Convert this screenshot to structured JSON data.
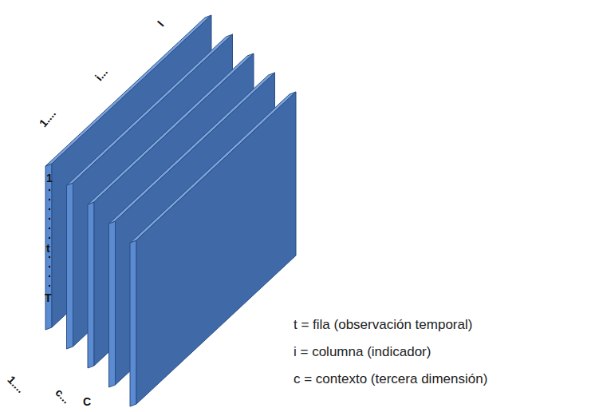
{
  "diagram": {
    "labels": [
      "1....",
      "i...",
      "I",
      "1",
      "t",
      "T",
      "1....",
      "c...",
      "C",
      "t = fila (observación temporal)",
      "i = columna (indicador)",
      "c = contexto (tercera dimensión)"
    ]
  }
}
